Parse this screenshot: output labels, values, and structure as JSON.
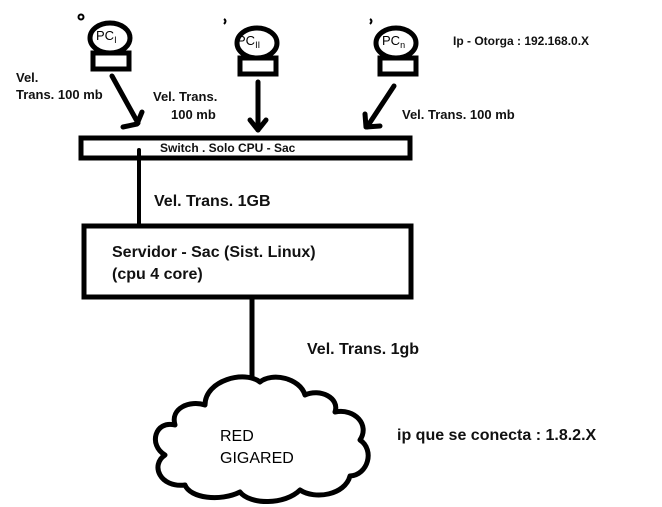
{
  "pcs": [
    {
      "name": "PC",
      "subscript": "I"
    },
    {
      "name": "PC",
      "subscript": "II"
    },
    {
      "name": "PC",
      "subscript": "n"
    }
  ],
  "labels": {
    "ip_otorga": "Ip - Otorga : 192.168.0.X",
    "pc1_speed_line1": "Vel.",
    "pc1_speed_line2": "Trans. 100 mb",
    "pc2_speed_line1": "Vel. Trans.",
    "pc2_speed_line2": "100 mb",
    "pc3_speed": "Vel. Trans. 100 mb",
    "switch": "Switch . Solo CPU -  Sac",
    "switch_server_speed": "Vel. Trans. 1GB",
    "server_line1": "Servidor - Sac (Sist. Linux)",
    "server_line2": "(cpu 4 core)",
    "server_net_speed": "Vel. Trans. 1gb",
    "network_line1": "RED",
    "network_line2": "GIGARED",
    "ip_connect": "ip que se conecta : 1.8.2.X"
  },
  "colors": {
    "stroke": "#000000",
    "text": "#111111",
    "background": "#ffffff"
  }
}
